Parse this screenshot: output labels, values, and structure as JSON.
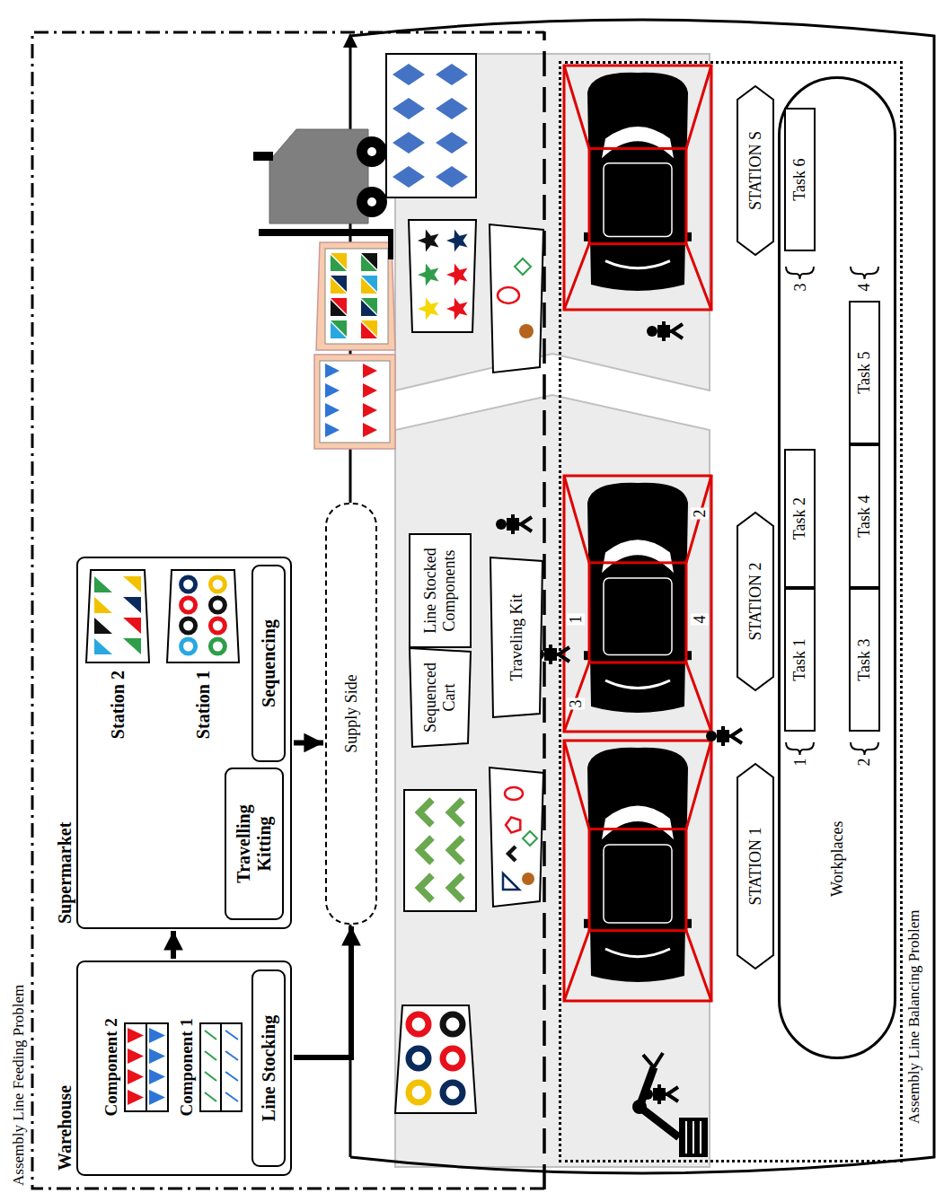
{
  "diagram": {
    "nodes": [
      {
        "text": [
          "Assembly Line Feeding Problem"
        ]
      },
      {
        "text": [
          "Warehouse"
        ],
        "in": 0
      },
      {
        "text": [
          "Component 2"
        ],
        "in": 1
      },
      {
        "text": [
          "Component 1"
        ],
        "in": 1
      },
      {
        "text": [
          "Line Stocking"
        ],
        "in": 1
      },
      {
        "text": [
          "Supermarket"
        ],
        "in": 0
      },
      {
        "text": [
          "Station 2"
        ],
        "in": 5
      },
      {
        "text": [
          "Station 1"
        ],
        "in": 5
      },
      {
        "text": [
          "Sequencing"
        ],
        "in": 5
      },
      {
        "text": [
          "Travelling Kitting"
        ],
        "in": 5
      },
      {
        "text": [
          "Supply Side"
        ],
        "in": 0
      },
      {
        "text": [
          "Sequenced Cart"
        ],
        "in": 0
      },
      {
        "text": [
          "Line Stocked Components"
        ],
        "in": 0
      },
      {
        "text": [
          "Traveling Kit"
        ],
        "in": 0
      },
      {
        "text": [
          "Assembly Line Balancing Problem"
        ]
      },
      {
        "text": [
          "STATION 1"
        ],
        "in": 14
      },
      {
        "text": [
          "STATION 2"
        ],
        "in": 14
      },
      {
        "text": [
          "STATION S"
        ],
        "in": 14
      },
      {
        "text": [
          "Workplaces"
        ],
        "in": 14
      },
      {
        "text": [
          "Task 1"
        ],
        "in": 18
      },
      {
        "text": [
          "Task 2"
        ],
        "in": 18
      },
      {
        "text": [
          "Task 3"
        ],
        "in": 18
      },
      {
        "text": [
          "Task 4"
        ],
        "in": 18
      },
      {
        "text": [
          "Task 5"
        ],
        "in": 18
      },
      {
        "text": [
          "Task 6"
        ],
        "in": 18
      }
    ],
    "edges": [
      {
        "from": 1,
        "to": 5,
        "arrow": "to"
      },
      {
        "from": 1,
        "to": 10,
        "arrow": "to"
      },
      {
        "from": 5,
        "to": 10,
        "arrow": "to"
      }
    ],
    "labels": [
      "1",
      "2",
      "3",
      "4",
      "1",
      "2",
      "3",
      "4"
    ]
  }
}
